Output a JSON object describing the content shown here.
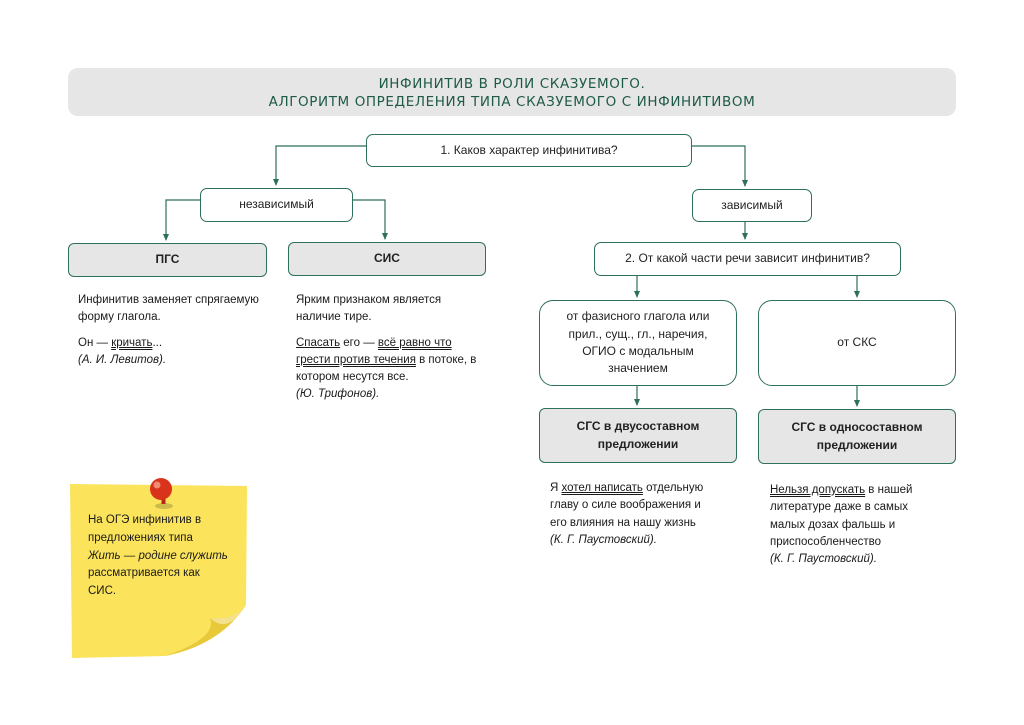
{
  "title": {
    "line1": "ИНФИНИТИВ В РОЛИ СКАЗУЕМОГО.",
    "line2": "АЛГОРИТМ ОПРЕДЕЛЕНИЯ ТИПА СКАЗУЕМОГО С ИНФИНИТИВОМ"
  },
  "nodes": {
    "q1": "1. Каков характер инфинитива?",
    "independent": "независимый",
    "dependent": "зависимый",
    "pgs": "ПГС",
    "sis": "СИС",
    "q2": "2. От какой части речи зависит инфинитив?",
    "phasic": "от фазисного глагола или прил., сущ., гл., наречия, ОГИО с модальным значением",
    "sks": "от СКС",
    "sgs_two": "СГС в двусоставном предложении",
    "sgs_one": "СГС в односоставном предложении"
  },
  "notes": {
    "pgs": {
      "text": "Инфинитив заменяет спрягаемую форму глагола.",
      "ex_pre": "Он — ",
      "ex_verb": "кричать",
      "ex_post": "...",
      "author": "(А. И. Левитов)."
    },
    "sis": {
      "text": "Ярким признаком является наличие тире.",
      "ex_subj": "Спасать",
      "ex_mid": " его — ",
      "ex_pred1": "всё равно что",
      "ex_pred2": "грести против течения",
      "ex_post": " в потоке, в котором несутся все.",
      "author": "(Ю. Трифонов)."
    },
    "two": {
      "ex_pre": "Я ",
      "ex_pred": "хотел написать",
      "ex_post": " отдельную главу о силе воображения и его влияния на нашу жизнь",
      "author": "(К. Г. Паустовский)."
    },
    "one": {
      "ex_pred": "Нельзя допускать",
      "ex_post": " в нашей литературе даже в самых малых дозах фальшь и приспособленчество",
      "author": "(К. Г. Паустовский)."
    }
  },
  "sticky": {
    "pre": "На ОГЭ инфинитив в предложениях типа ",
    "example": "Жить — родине служить",
    "post": " рассматривается как СИС."
  },
  "colors": {
    "arrow": "#2f6f5e",
    "title_text": "#1e5a48",
    "gray_fill": "#e6e6e6",
    "sticky": "#fbe45c",
    "pin": "#d9331c"
  }
}
